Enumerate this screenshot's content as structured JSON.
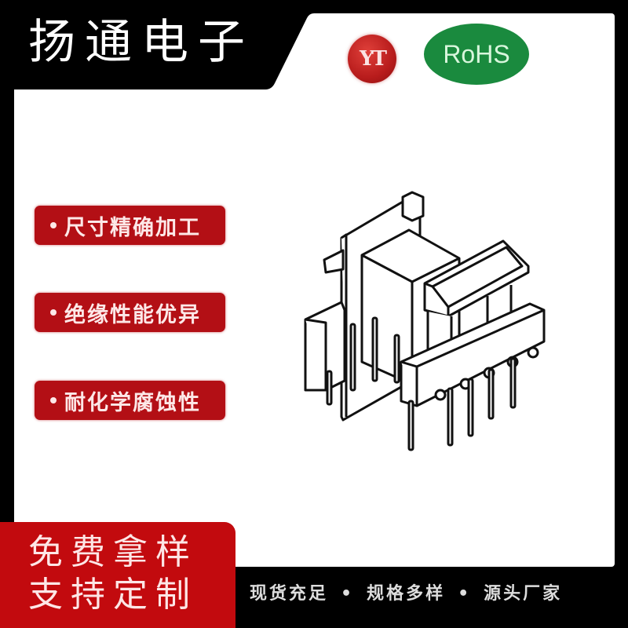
{
  "header": {
    "brand_title": "扬通电子",
    "logo_text": "YT",
    "certification_badge": "RoHS"
  },
  "features": [
    {
      "label": "尺寸精确加工"
    },
    {
      "label": "绝缘性能优异"
    },
    {
      "label": "耐化学腐蚀性"
    }
  ],
  "cta": {
    "line1": "免费拿样",
    "line2": "支持定制"
  },
  "footer": {
    "items": [
      "现货充足",
      "规格多样",
      "源头厂家"
    ],
    "separator": "•"
  },
  "product": {
    "icon": "transformer-bobbin-icon"
  },
  "colors": {
    "brand_red": "#b30f15",
    "cta_red": "#c20a0e",
    "rohs_green": "#1a8a3e",
    "frame_black": "#000000"
  }
}
